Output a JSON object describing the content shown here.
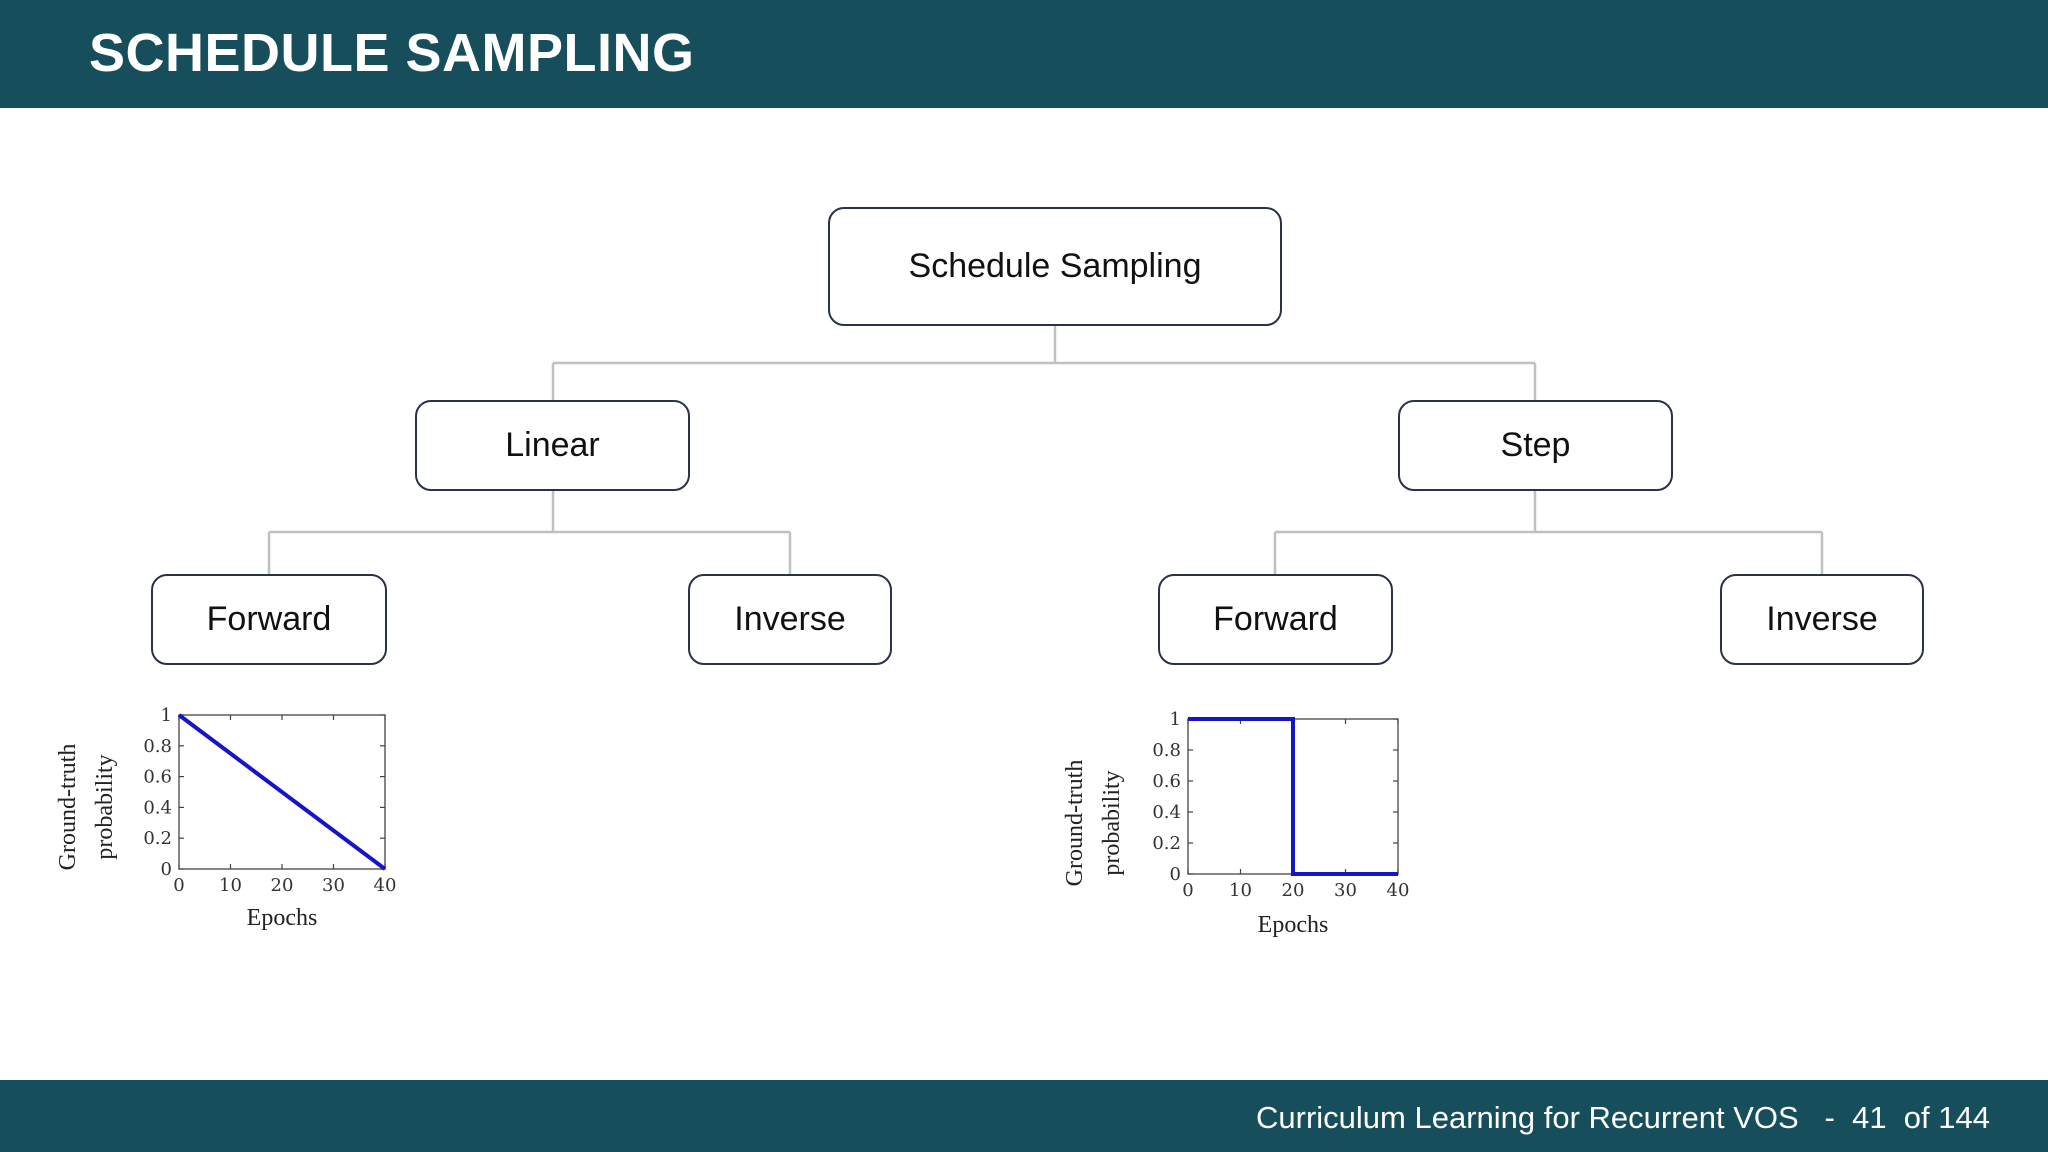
{
  "header": {
    "title": "SCHEDULE SAMPLING"
  },
  "footer": {
    "text": "Curriculum Learning for Recurrent VOS   -  41  of 144"
  },
  "tree": {
    "root": "Schedule Sampling",
    "linear": "Linear",
    "step": "Step",
    "linear_forward": "Forward",
    "linear_inverse": "Inverse",
    "step_forward": "Forward",
    "step_inverse": "Inverse"
  },
  "colors": {
    "header_bg": "#174e5c",
    "node_border": "#2a3248",
    "connector": "#c0c0c0",
    "series": "#1414c8"
  },
  "chart_data": [
    {
      "type": "line",
      "x": [
        0,
        40
      ],
      "y": [
        1,
        0
      ],
      "xlabel": "Epochs",
      "ylabel": [
        "Ground-truth",
        "probability"
      ],
      "xticks": [
        "0",
        "10",
        "20",
        "30",
        "40"
      ],
      "yticks": [
        "0",
        "0.2",
        "0.4",
        "0.6",
        "0.8",
        "1"
      ],
      "xlim": [
        0,
        40
      ],
      "ylim": [
        0,
        1
      ]
    },
    {
      "type": "line",
      "x": [
        0,
        20,
        20,
        40
      ],
      "y": [
        1,
        1,
        0,
        0
      ],
      "xlabel": "Epochs",
      "ylabel": [
        "Ground-truth",
        "probability"
      ],
      "xticks": [
        "0",
        "10",
        "20",
        "30",
        "40"
      ],
      "yticks": [
        "0",
        "0.2",
        "0.4",
        "0.6",
        "0.8",
        "1"
      ],
      "xlim": [
        0,
        40
      ],
      "ylim": [
        0,
        1
      ]
    }
  ]
}
